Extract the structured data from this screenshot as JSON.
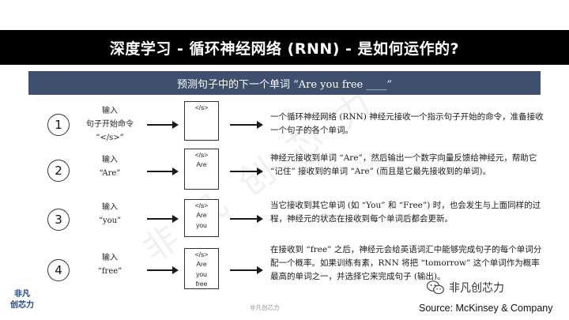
{
  "title": "深度学习 - 循环神经网络 (RNN) - 是如何运作的?",
  "subtitle": "预测句子中的下一个单词 “Are you free ____”",
  "steps": [
    {
      "number": "1",
      "label": [
        "输入",
        "句子开始命令",
        "“</s>”"
      ],
      "tokens": [
        "</s>"
      ],
      "description": "一个循环神经网络 (RNN) 神经元接收一个指示句子开始的命令，准备接收一个句子的各个单词。"
    },
    {
      "number": "2",
      "label": [
        "输入",
        "“Are”"
      ],
      "tokens": [
        "</s>",
        "Are"
      ],
      "description": "神经元接收到单词 “Are”，然后输出一个数字向量反馈给神经元，帮助它 “记住” 接收到的单词 “Are” (而且是它最先接收到的单词)。"
    },
    {
      "number": "3",
      "label": [
        "输入",
        "“you”"
      ],
      "tokens": [
        "</s>",
        "Are",
        "you"
      ],
      "description": "当它接收到其它单词 (如 “You” 和 “Free”) 时，也会发生与上面同样的过程，神经元的状态在接收到每个单词后都会更新。"
    },
    {
      "number": "4",
      "label": [
        "输入",
        "“free”"
      ],
      "tokens": [
        "</s>",
        "Are",
        "you",
        "free"
      ],
      "description": "在接收到 “free” 之后，神经元会给英语词汇中能够完成句子的每个单词分配一个概率。如果训练有素，RNN 将把 “tomorrow” 这个单词作为概率最高的单词之一，并选择它来完成句子 (输出)。"
    }
  ],
  "watermark": "非凡创芯力",
  "corner_logo": [
    "非凡",
    "创芯力"
  ],
  "footer_center": "非凡创芯力",
  "wechat_label": "非凡创芯力",
  "source": "Source: McKinsey & Company",
  "icons": {
    "wechat": "wechat-icon",
    "arrow": "arrow-right-icon"
  }
}
